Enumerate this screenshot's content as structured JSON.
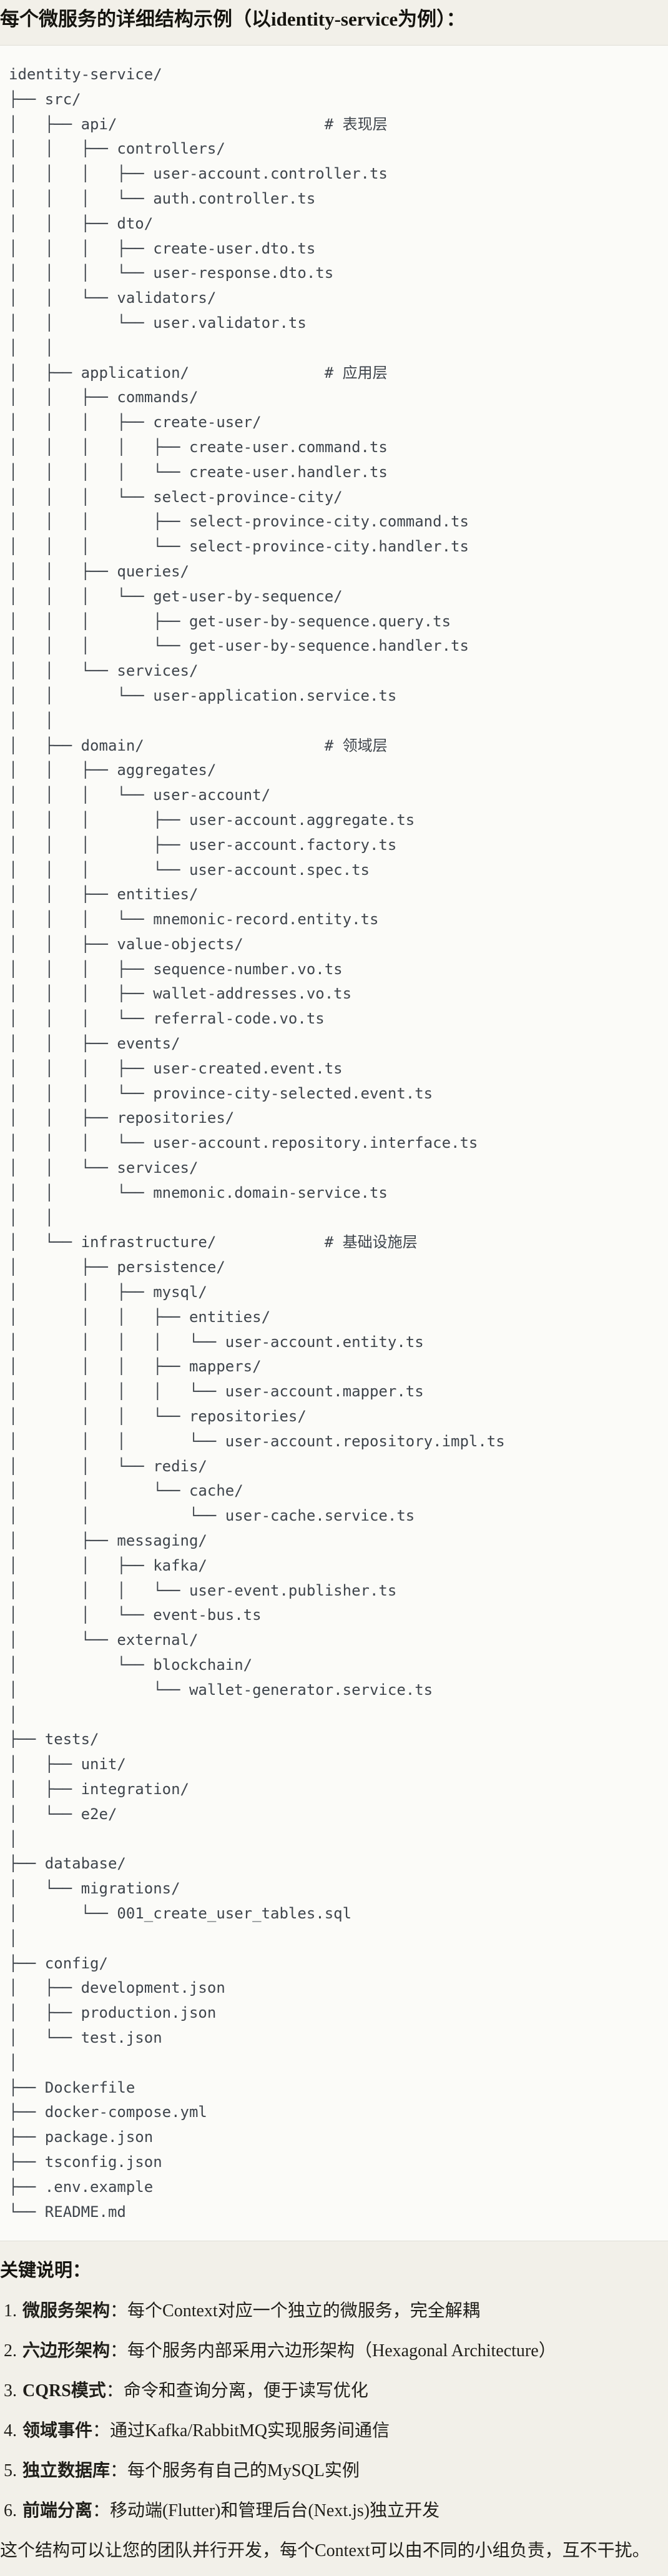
{
  "page": {
    "title": "每个微服务的详细结构示例（以identity-service为例）："
  },
  "tree": {
    "lines": [
      "identity-service/",
      "├── src/",
      "│   ├── api/                       # 表现层",
      "│   │   ├── controllers/",
      "│   │   │   ├── user-account.controller.ts",
      "│   │   │   └── auth.controller.ts",
      "│   │   ├── dto/",
      "│   │   │   ├── create-user.dto.ts",
      "│   │   │   └── user-response.dto.ts",
      "│   │   └── validators/",
      "│   │       └── user.validator.ts",
      "│   │",
      "│   ├── application/               # 应用层",
      "│   │   ├── commands/",
      "│   │   │   ├── create-user/",
      "│   │   │   │   ├── create-user.command.ts",
      "│   │   │   │   └── create-user.handler.ts",
      "│   │   │   └── select-province-city/",
      "│   │   │       ├── select-province-city.command.ts",
      "│   │   │       └── select-province-city.handler.ts",
      "│   │   ├── queries/",
      "│   │   │   └── get-user-by-sequence/",
      "│   │   │       ├── get-user-by-sequence.query.ts",
      "│   │   │       └── get-user-by-sequence.handler.ts",
      "│   │   └── services/",
      "│   │       └── user-application.service.ts",
      "│   │",
      "│   ├── domain/                    # 领域层",
      "│   │   ├── aggregates/",
      "│   │   │   └── user-account/",
      "│   │   │       ├── user-account.aggregate.ts",
      "│   │   │       ├── user-account.factory.ts",
      "│   │   │       └── user-account.spec.ts",
      "│   │   ├── entities/",
      "│   │   │   └── mnemonic-record.entity.ts",
      "│   │   ├── value-objects/",
      "│   │   │   ├── sequence-number.vo.ts",
      "│   │   │   ├── wallet-addresses.vo.ts",
      "│   │   │   └── referral-code.vo.ts",
      "│   │   ├── events/",
      "│   │   │   ├── user-created.event.ts",
      "│   │   │   └── province-city-selected.event.ts",
      "│   │   ├── repositories/",
      "│   │   │   └── user-account.repository.interface.ts",
      "│   │   └── services/",
      "│   │       └── mnemonic.domain-service.ts",
      "│   │",
      "│   └── infrastructure/            # 基础设施层",
      "│       ├── persistence/",
      "│       │   ├── mysql/",
      "│       │   │   ├── entities/",
      "│       │   │   │   └── user-account.entity.ts",
      "│       │   │   ├── mappers/",
      "│       │   │   │   └── user-account.mapper.ts",
      "│       │   │   └── repositories/",
      "│       │   │       └── user-account.repository.impl.ts",
      "│       │   └── redis/",
      "│       │       └── cache/",
      "│       │           └── user-cache.service.ts",
      "│       ├── messaging/",
      "│       │   ├── kafka/",
      "│       │   │   └── user-event.publisher.ts",
      "│       │   └── event-bus.ts",
      "│       └── external/",
      "│           └── blockchain/",
      "│               └── wallet-generator.service.ts",
      "│",
      "├── tests/",
      "│   ├── unit/",
      "│   ├── integration/",
      "│   └── e2e/",
      "│",
      "├── database/",
      "│   └── migrations/",
      "│       └── 001_create_user_tables.sql",
      "│",
      "├── config/",
      "│   ├── development.json",
      "│   ├── production.json",
      "│   └── test.json",
      "│",
      "├── Dockerfile",
      "├── docker-compose.yml",
      "├── package.json",
      "├── tsconfig.json",
      "├── .env.example",
      "└── README.md"
    ]
  },
  "notes": {
    "heading": "关键说明：",
    "items": [
      {
        "num": "1.",
        "label": "微服务架构",
        "colon": "：",
        "text": "每个Context对应一个独立的微服务，完全解耦"
      },
      {
        "num": "2.",
        "label": "六边形架构",
        "colon": "：",
        "text": "每个服务内部采用六边形架构（Hexagonal Architecture）"
      },
      {
        "num": "3.",
        "label": "CQRS模式",
        "colon": "：",
        "text": "命令和查询分离，便于读写优化"
      },
      {
        "num": "4.",
        "label": "领域事件",
        "colon": "：",
        "text": "通过Kafka/RabbitMQ实现服务间通信"
      },
      {
        "num": "5.",
        "label": "独立数据库",
        "colon": "：",
        "text": "每个服务有自己的MySQL实例"
      },
      {
        "num": "6.",
        "label": "前端分离",
        "colon": "：",
        "text": "移动端(Flutter)和管理后台(Next.js)独立开发"
      }
    ],
    "closing": "这个结构可以让您的团队并行开发，每个Context可以由不同的小组负责，互不干扰。"
  },
  "colors": {
    "page_background": "#f2f0e9",
    "code_background": "#fbfbf8",
    "code_border": "#e1dfd7",
    "code_text": "#3f454c",
    "heading_text": "#15140f",
    "body_text": "#201f1a"
  }
}
